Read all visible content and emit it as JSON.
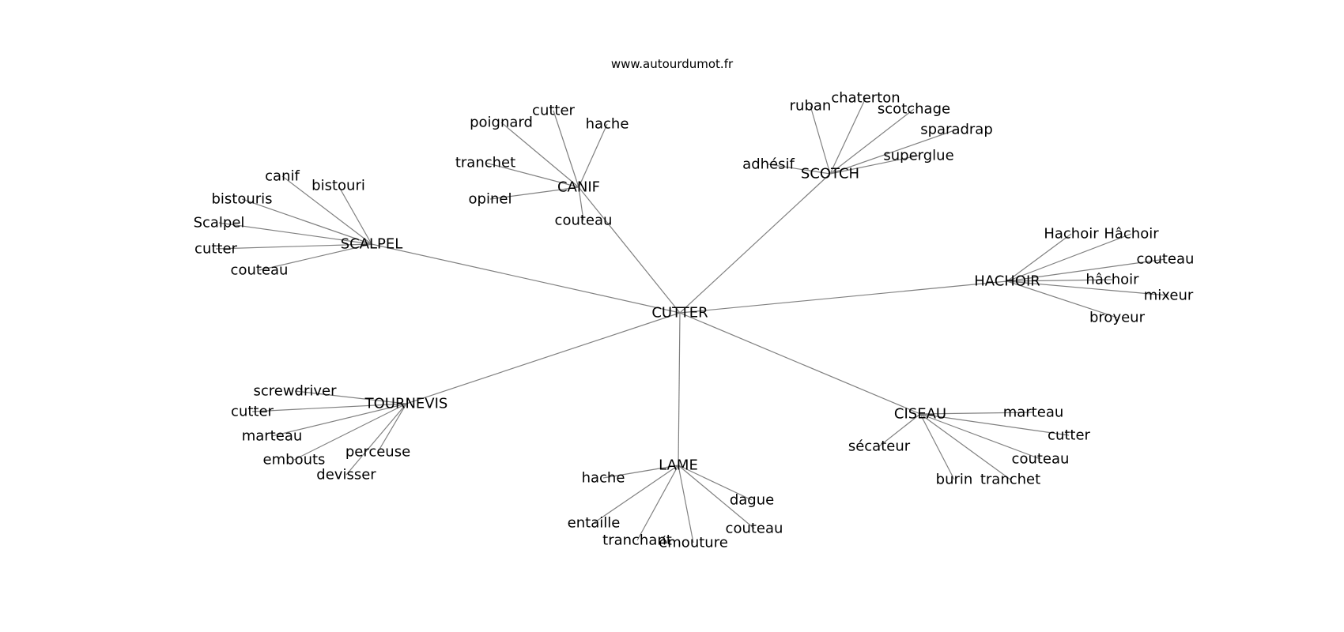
{
  "header": {
    "site": "www.autourdumot.fr"
  },
  "graph": {
    "center": "CUTTER",
    "hubs": [
      {
        "name": "SCALPEL",
        "leaves": [
          "canif",
          "bistouri",
          "bistouris",
          "Scalpel",
          "cutter",
          "couteau"
        ]
      },
      {
        "name": "CANIF",
        "leaves": [
          "poignard",
          "cutter",
          "hache",
          "tranchet",
          "opinel",
          "couteau"
        ]
      },
      {
        "name": "SCOTCH",
        "leaves": [
          "ruban",
          "chaterton",
          "scotchage",
          "sparadrap",
          "adhésif",
          "superglue"
        ]
      },
      {
        "name": "HACHOIR",
        "leaves": [
          "Hachoir",
          "Hâchoir",
          "couteau",
          "hâchoir",
          "mixeur",
          "broyeur"
        ]
      },
      {
        "name": "TOURNEVIS",
        "leaves": [
          "screwdriver",
          "cutter",
          "marteau",
          "embouts",
          "perceuse",
          "devisser"
        ]
      },
      {
        "name": "LAME",
        "leaves": [
          "hache",
          "dague",
          "entaille",
          "couteau",
          "tranchant",
          "émouture"
        ]
      },
      {
        "name": "CISEAU",
        "leaves": [
          "marteau",
          "cutter",
          "sécateur",
          "couteau",
          "burin",
          "tranchet"
        ]
      }
    ]
  }
}
